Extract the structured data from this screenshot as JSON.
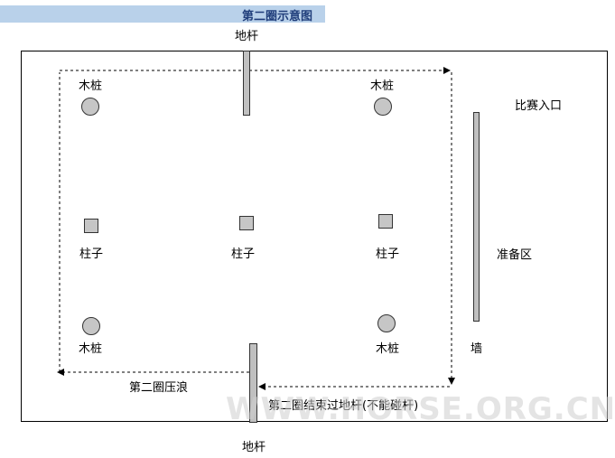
{
  "title": "第二圈示意图",
  "labels": {
    "pole_top": "地杆",
    "pole_bottom": "地杆",
    "entrance": "比赛入口",
    "prep_area": "准备区",
    "wall": "墙",
    "stake_tl": "木桩",
    "stake_tr": "木桩",
    "stake_bl": "木桩",
    "stake_br": "木桩",
    "post_left": "柱子",
    "post_mid": "柱子",
    "post_right": "柱子",
    "lap_path": "第二圈压浪",
    "lap_end": "第二圈结束过地杆(不能碰杆)"
  },
  "watermark": "WWW.HORSE.ORG.CN",
  "colors": {
    "title_bar": "#b9d1ea",
    "title_text": "#1f3d7a",
    "shape_fill": "#c6c6c6",
    "outline": "#333333"
  }
}
